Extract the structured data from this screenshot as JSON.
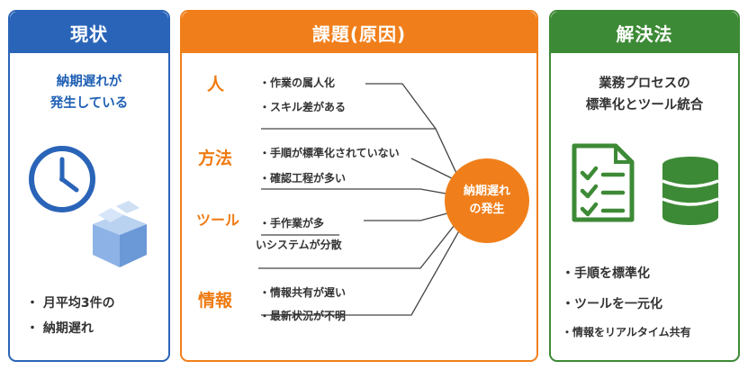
{
  "current": {
    "header": "現状",
    "headline_line1": "納期遅れが",
    "headline_line2": "発生している",
    "icons": [
      "clock-icon",
      "box-icon"
    ],
    "bullets": [
      "・ 月平均3件の",
      "・ 納期遅れ"
    ]
  },
  "issues": {
    "header": "課題(原因)",
    "effect_line1": "納期遅れ",
    "effect_line2": "の発生",
    "categories": [
      {
        "label": "人",
        "items": [
          "・作業の属人化",
          "・スキル差がある"
        ]
      },
      {
        "label": "方法",
        "items": [
          "・手順が標準化されていない",
          "・確認工程が多い"
        ]
      },
      {
        "label": "ツール",
        "items": [
          "・手作業が多",
          "いシステムが分散"
        ]
      },
      {
        "label": "情報",
        "items": [
          "・情報共有が遅い",
          "・最新状況が不明"
        ]
      }
    ]
  },
  "solution": {
    "header": "解決法",
    "headline_line1": "業務プロセスの",
    "headline_line2": "標準化とツール統合",
    "icons": [
      "checklist-icon",
      "database-icon"
    ],
    "bullets": [
      "・手順を標準化",
      "・ツールを一元化",
      "・情報をリアルタイム共有"
    ]
  },
  "colors": {
    "blue": "#2a64b8",
    "orange": "#f07f1b",
    "green": "#3d8a36"
  }
}
